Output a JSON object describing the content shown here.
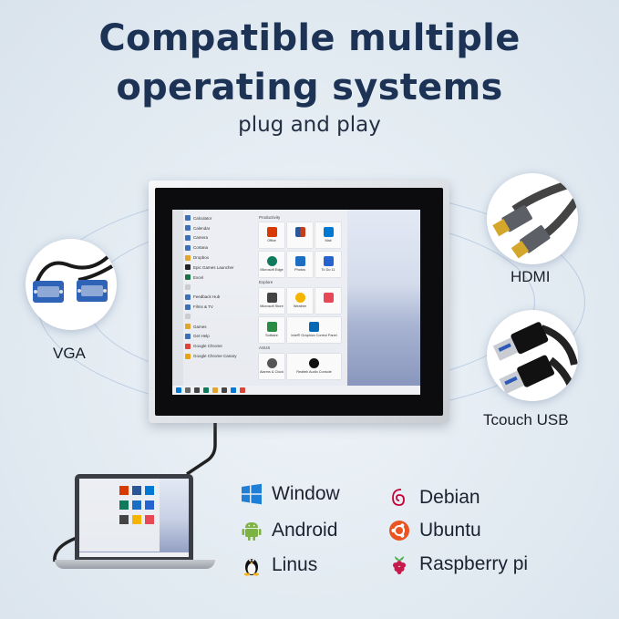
{
  "headline": {
    "line1": "Compatible multiple",
    "line2": "operating systems",
    "subtitle": "plug and play"
  },
  "ports": {
    "vga": "VGA",
    "hdmi": "HDMI",
    "usb": "Tcouch USB"
  },
  "operating_systems": {
    "windows": "Window",
    "android": "Android",
    "linux": "Linus",
    "debian": "Debian",
    "ubuntu": "Ubuntu",
    "raspberry": "Raspberry pi"
  },
  "screen": {
    "apps": [
      "Calculator",
      "Calendar",
      "Camera",
      "Cortana",
      "Dropbox",
      "Epic Games Launcher",
      "Excel",
      "",
      "Feedback Hub",
      "Films & TV",
      "",
      "Games",
      "Get Help",
      "Google Chrome",
      "Google Chrome Canary"
    ],
    "sections": [
      "Productivity",
      "Explore",
      "ASUS"
    ],
    "tiles": [
      "Office",
      "",
      "Mail",
      "Microsoft Edge",
      "Photos",
      "To Do",
      "Microsoft Store",
      "Weather",
      "",
      "Solitaire",
      "Intel® Graphics Control Panel",
      "",
      "Alarms & Clock",
      "Realtek Audio Console"
    ],
    "todo_count": "11"
  },
  "colors": {
    "title": "#1c3356",
    "windows_blue": "#1f7fd6",
    "android_green": "#7cb342",
    "debian_red": "#c70036",
    "ubuntu_orange": "#e95420",
    "raspberry_red": "#c51a4a"
  },
  "icons": [
    "windows-icon",
    "android-icon",
    "linux-tux-icon",
    "debian-swirl-icon",
    "ubuntu-icon",
    "raspberry-pi-icon"
  ]
}
